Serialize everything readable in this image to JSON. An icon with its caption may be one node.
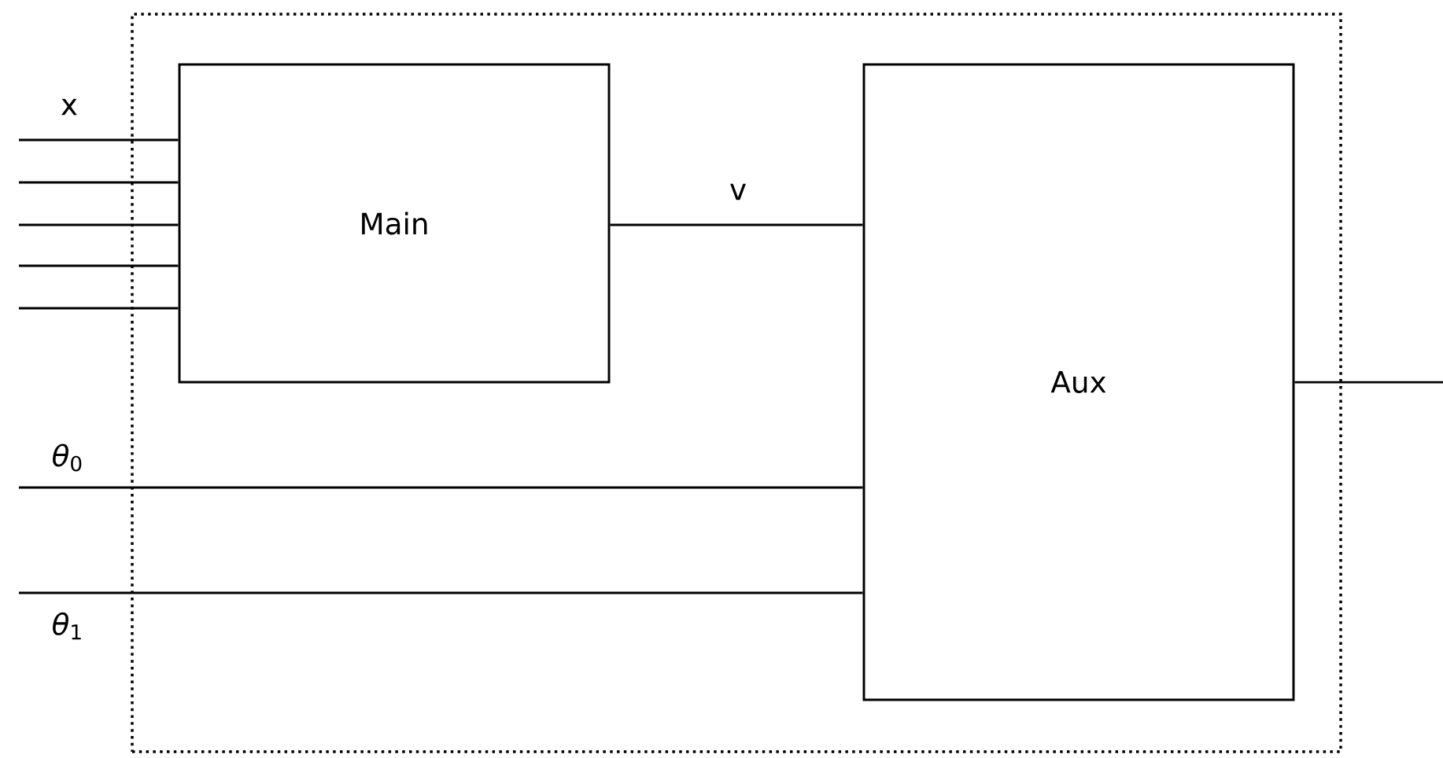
{
  "diagram": {
    "nodes": [
      {
        "text": [],
        "shape": "box"
      },
      {
        "text": [
          "Main"
        ],
        "in": 0
      },
      {
        "text": [
          "Aux"
        ],
        "in": 0
      }
    ],
    "edges": [
      {
        "from": null,
        "to": 1,
        "arrow": "none",
        "label": "x"
      },
      {
        "from": null,
        "to": 1,
        "arrow": "none"
      },
      {
        "from": null,
        "to": 1,
        "arrow": "none"
      },
      {
        "from": null,
        "to": 1,
        "arrow": "none"
      },
      {
        "from": null,
        "to": 1,
        "arrow": "none"
      },
      {
        "from": 1,
        "to": 2,
        "arrow": "none",
        "label": "v"
      },
      {
        "from": null,
        "to": 2,
        "arrow": "none",
        "label": "*θ*$_{0}$"
      },
      {
        "from": null,
        "to": 2,
        "arrow": "none",
        "label": "*θ*$_{1}$"
      },
      {
        "from": 2,
        "to": null,
        "arrow": "none"
      }
    ]
  }
}
